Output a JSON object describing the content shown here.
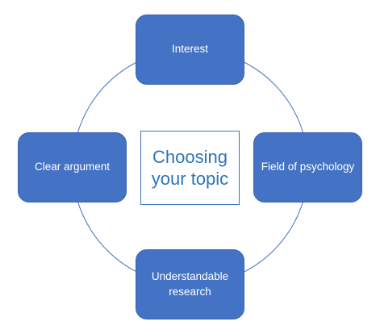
{
  "diagram": {
    "center_label": "Choosing your topic",
    "nodes": {
      "top": "Interest",
      "right": "Field of psychology",
      "bottom": "Understandable research",
      "left": "Clear argument"
    }
  },
  "colors": {
    "node_fill": "#4472c4",
    "node_text": "#ffffff",
    "center_text": "#2e75b6",
    "ring": "#4472c4"
  }
}
